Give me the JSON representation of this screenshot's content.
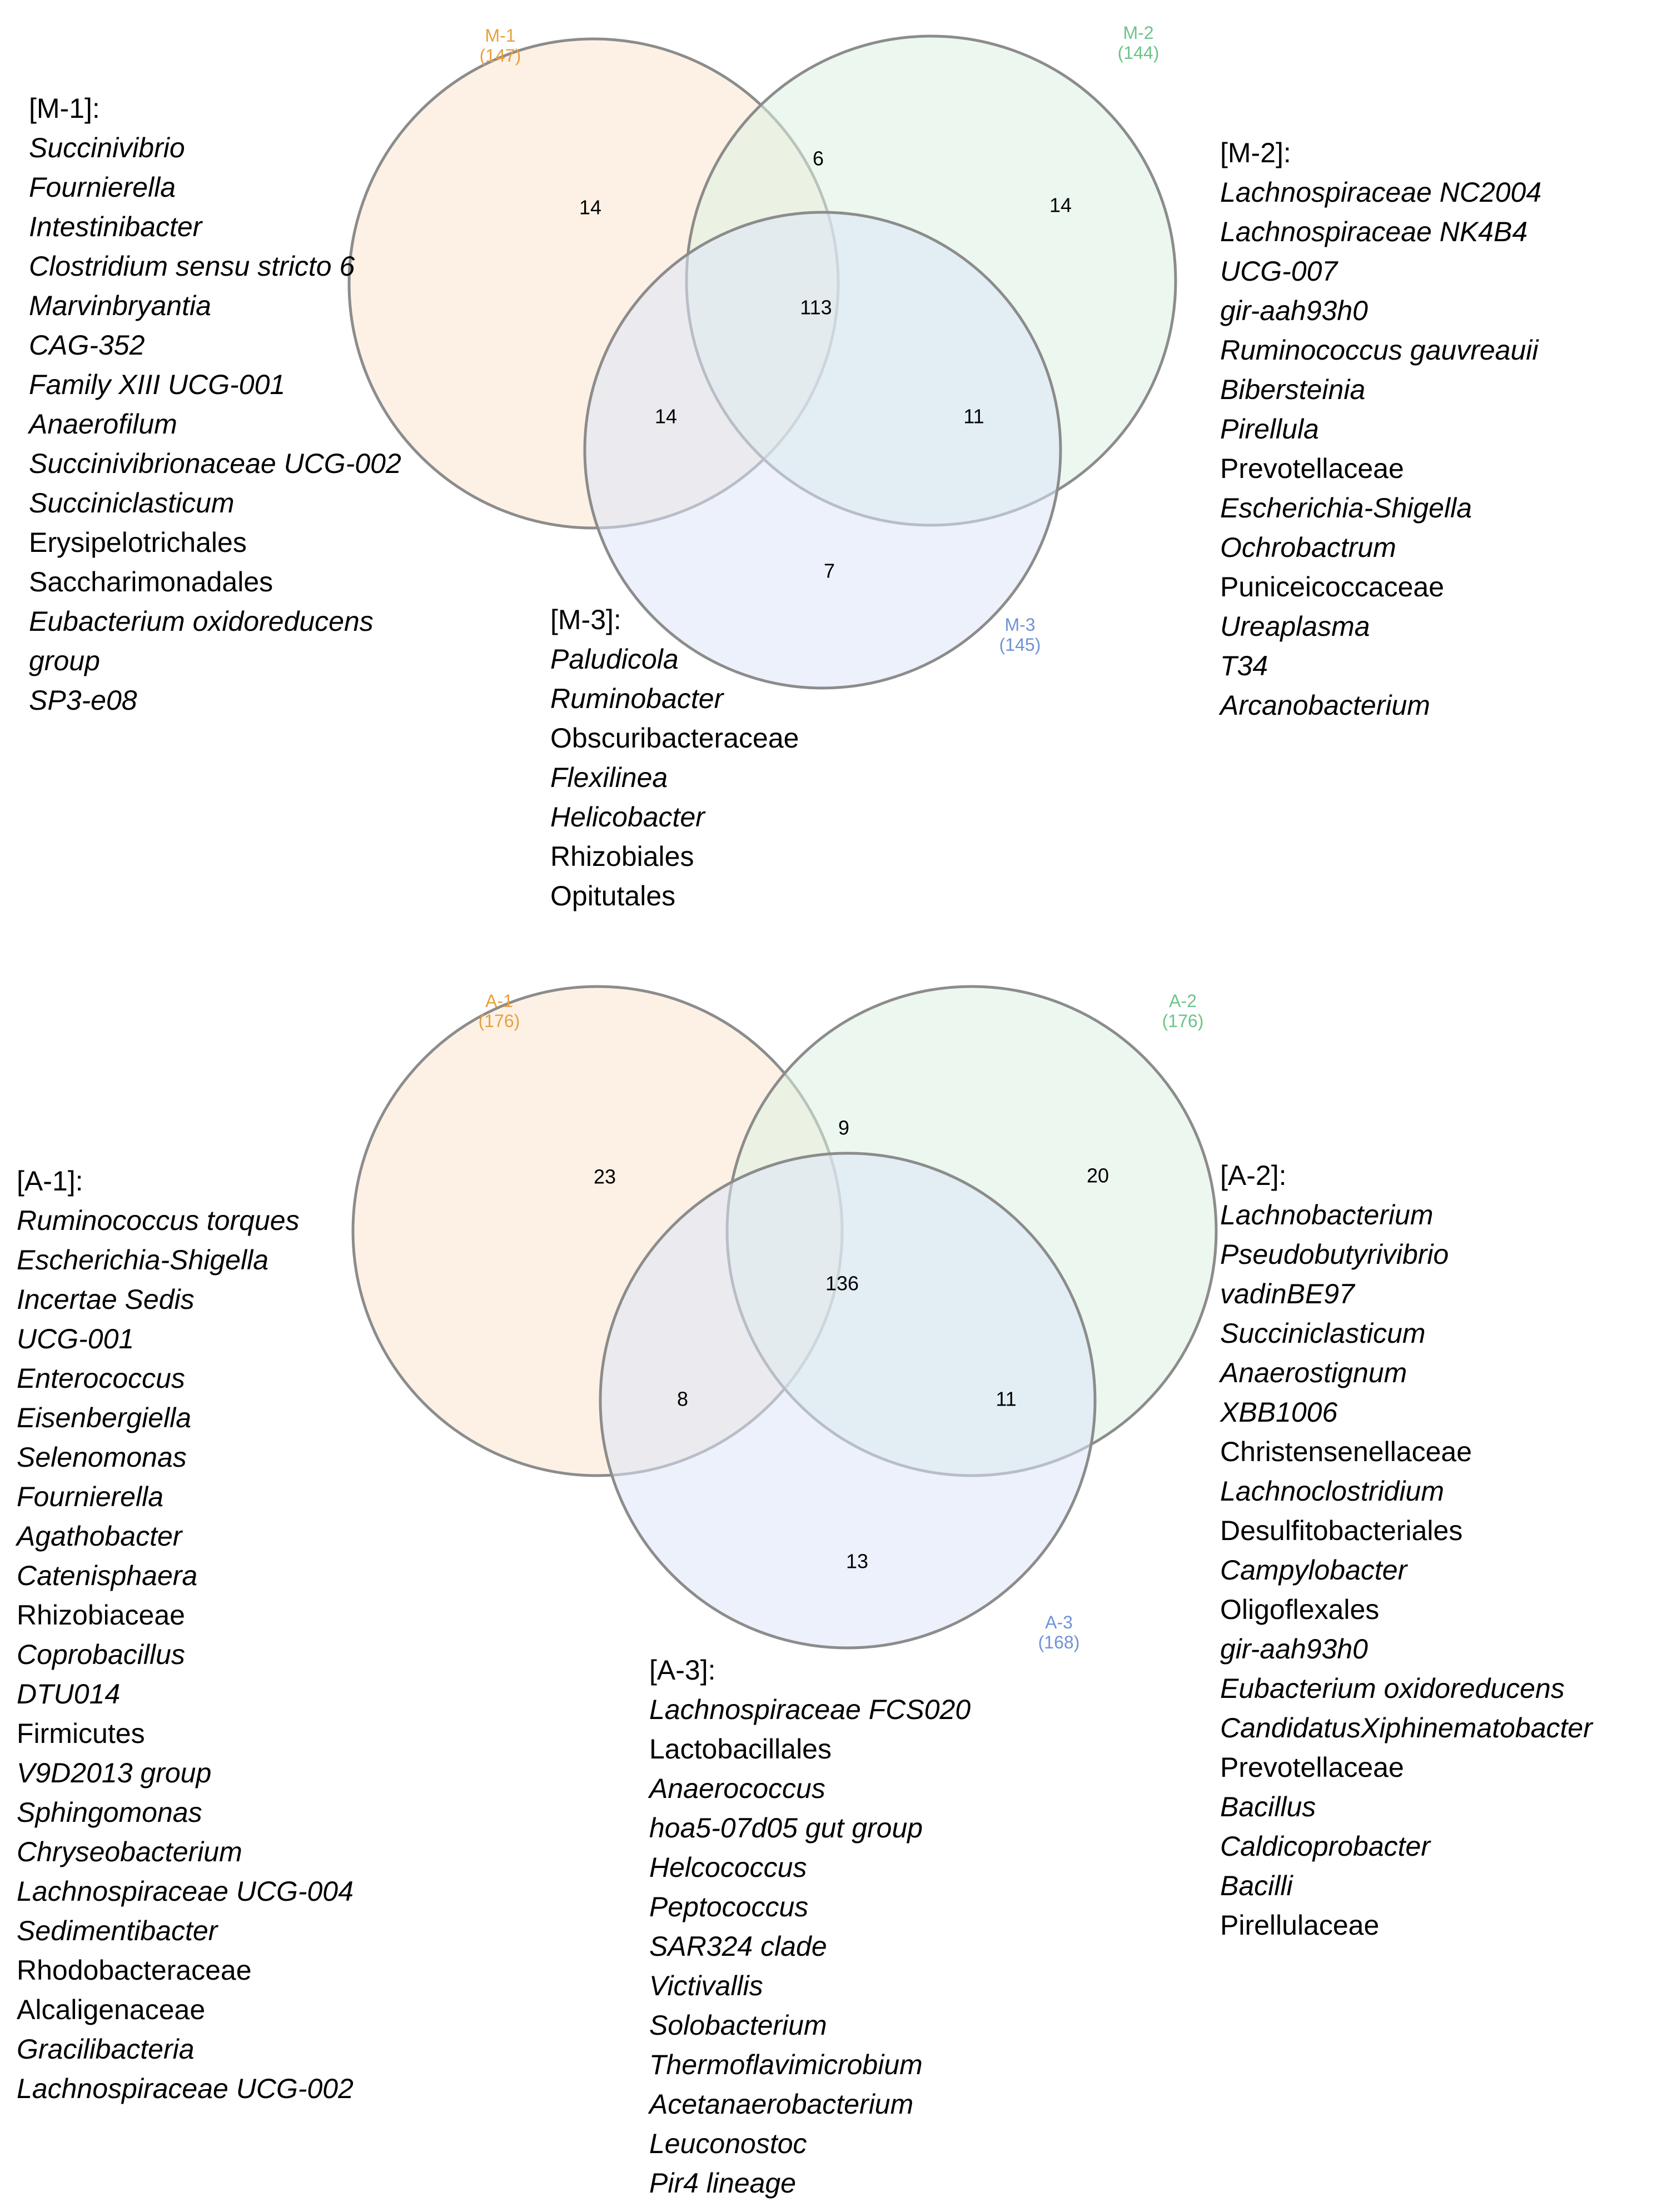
{
  "diagrams": [
    {
      "id": "M",
      "sets": [
        {
          "name": "M-1",
          "size": "(147)",
          "color": "#E8A03C",
          "fill": "#FCE6CF"
        },
        {
          "name": "M-2",
          "size": "(144)",
          "color": "#6CC489",
          "fill": "#DDF3E2"
        },
        {
          "name": "M-3",
          "size": "(145)",
          "color": "#6E93D6",
          "fill": "#DCE6F8"
        }
      ],
      "regions": {
        "only_1": "14",
        "only_2": "14",
        "only_3": "7",
        "r12": "6",
        "r13": "14",
        "r23": "11",
        "r123": "113"
      },
      "lists": [
        {
          "title": "[M-1]:",
          "items": [
            {
              "text": "Succinivibrio",
              "italic": true
            },
            {
              "text": "Fournierella",
              "italic": true
            },
            {
              "text": "Intestinibacter",
              "italic": true
            },
            {
              "text": "Clostridium sensu stricto 6",
              "italic": true
            },
            {
              "text": "Marvinbryantia",
              "italic": true
            },
            {
              "text": "CAG-352",
              "italic": true
            },
            {
              "text": "Family XIII UCG-001",
              "italic": true
            },
            {
              "text": "Anaerofilum",
              "italic": true
            },
            {
              "text": "Succinivibrionaceae UCG-002",
              "italic": true
            },
            {
              "text": "Succiniclasticum",
              "italic": true
            },
            {
              "text": "Erysipelotrichales",
              "italic": false
            },
            {
              "text": "Saccharimonadales",
              "italic": false
            },
            {
              "text": "Eubacterium oxidoreducens",
              "italic": true
            },
            {
              "text": "group",
              "italic": true
            },
            {
              "text": "SP3-e08",
              "italic": true
            }
          ]
        },
        {
          "title": "[M-2]:",
          "items": [
            {
              "text": "Lachnospiraceae NC2004",
              "italic": true
            },
            {
              "text": "Lachnospiraceae NK4B4",
              "italic": true
            },
            {
              "text": "UCG-007",
              "italic": true
            },
            {
              "text": "gir-aah93h0",
              "italic": true
            },
            {
              "text": "Ruminococcus gauvreauii",
              "italic": true
            },
            {
              "text": "Bibersteinia",
              "italic": true
            },
            {
              "text": "Pirellula",
              "italic": true
            },
            {
              "text": "Prevotellaceae",
              "italic": false
            },
            {
              "text": "Escherichia-Shigella",
              "italic": true
            },
            {
              "text": "Ochrobactrum",
              "italic": true
            },
            {
              "text": "Puniceicoccaceae",
              "italic": false
            },
            {
              "text": "Ureaplasma",
              "italic": true
            },
            {
              "text": "T34",
              "italic": true
            },
            {
              "text": "Arcanobacterium",
              "italic": true
            }
          ]
        },
        {
          "title": "[M-3]:",
          "items": [
            {
              "text": "Paludicola",
              "italic": true
            },
            {
              "text": "Ruminobacter",
              "italic": true
            },
            {
              "text": "Obscuribacteraceae",
              "italic": false
            },
            {
              "text": "Flexilinea",
              "italic": true
            },
            {
              "text": "Helicobacter",
              "italic": true
            },
            {
              "text": "Rhizobiales",
              "italic": false
            },
            {
              "text": "Opitutales",
              "italic": false
            }
          ]
        }
      ]
    },
    {
      "id": "A",
      "sets": [
        {
          "name": "A-1",
          "size": "(176)",
          "color": "#E8A03C",
          "fill": "#FCE6CF"
        },
        {
          "name": "A-2",
          "size": "(176)",
          "color": "#6CC489",
          "fill": "#DDF3E2"
        },
        {
          "name": "A-3",
          "size": "(168)",
          "color": "#6E93D6",
          "fill": "#DCE6F8"
        }
      ],
      "regions": {
        "only_1": "23",
        "only_2": "20",
        "only_3": "13",
        "r12": "9",
        "r13": "8",
        "r23": "11",
        "r123": "136"
      },
      "lists": [
        {
          "title": "[A-1]:",
          "items": [
            {
              "text": "Ruminococcus torques",
              "italic": true
            },
            {
              "text": "Escherichia-Shigella",
              "italic": true
            },
            {
              "text": "Incertae Sedis",
              "italic": true
            },
            {
              "text": "UCG-001",
              "italic": true
            },
            {
              "text": "Enterococcus",
              "italic": true
            },
            {
              "text": "Eisenbergiella",
              "italic": true
            },
            {
              "text": "Selenomonas",
              "italic": true
            },
            {
              "text": "Fournierella",
              "italic": true
            },
            {
              "text": "Agathobacter",
              "italic": true
            },
            {
              "text": "Catenisphaera",
              "italic": true
            },
            {
              "text": "Rhizobiaceae",
              "italic": false
            },
            {
              "text": "Coprobacillus",
              "italic": true
            },
            {
              "text": "DTU014",
              "italic": true
            },
            {
              "text": "Firmicutes",
              "italic": false
            },
            {
              "text": "V9D2013 group",
              "italic": true
            },
            {
              "text": "Sphingomonas",
              "italic": true
            },
            {
              "text": "Chryseobacterium",
              "italic": true
            },
            {
              "text": "Lachnospiraceae UCG-004",
              "italic": true
            },
            {
              "text": "Sedimentibacter",
              "italic": true
            },
            {
              "text": "Rhodobacteraceae",
              "italic": false
            },
            {
              "text": "Alcaligenaceae",
              "italic": false
            },
            {
              "text": "Gracilibacteria",
              "italic": true
            },
            {
              "text": "Lachnospiraceae UCG-002",
              "italic": true
            }
          ]
        },
        {
          "title": "[A-2]:",
          "items": [
            {
              "text": "Lachnobacterium",
              "italic": true
            },
            {
              "text": "Pseudobutyrivibrio",
              "italic": true
            },
            {
              "text": "vadinBE97",
              "italic": true
            },
            {
              "text": "Succiniclasticum",
              "italic": true
            },
            {
              "text": "Anaerostignum",
              "italic": true
            },
            {
              "text": "XBB1006",
              "italic": true
            },
            {
              "text": "Christensenellaceae",
              "italic": false
            },
            {
              "text": "Lachnoclostridium",
              "italic": true
            },
            {
              "text": "Desulfitobacteriales",
              "italic": false
            },
            {
              "text": "Campylobacter",
              "italic": true
            },
            {
              "text": "Oligoflexales",
              "italic": false
            },
            {
              "text": "gir-aah93h0",
              "italic": true
            },
            {
              "text": "Eubacterium oxidoreducens",
              "italic": true
            },
            {
              "text": "CandidatusXiphinematobacter",
              "italic": true
            },
            {
              "text": "Prevotellaceae",
              "italic": false
            },
            {
              "text": "Bacillus",
              "italic": true
            },
            {
              "text": "Caldicoprobacter",
              "italic": true
            },
            {
              "text": "Bacilli",
              "italic": true
            },
            {
              "text": "Pirellulaceae",
              "italic": false
            }
          ]
        },
        {
          "title": "[A-3]:",
          "items": [
            {
              "text": "Lachnospiraceae FCS020",
              "italic": true
            },
            {
              "text": "Lactobacillales",
              "italic": false
            },
            {
              "text": "Anaerococcus",
              "italic": true
            },
            {
              "text": "hoa5-07d05 gut group",
              "italic": true
            },
            {
              "text": "Helcococcus",
              "italic": true
            },
            {
              "text": "Peptococcus",
              "italic": true
            },
            {
              "text": "SAR324 clade",
              "italic": true
            },
            {
              "text": "Victivallis",
              "italic": true
            },
            {
              "text": "Solobacterium",
              "italic": true
            },
            {
              "text": "Thermoflavimicrobium",
              "italic": true
            },
            {
              "text": "Acetanaerobacterium",
              "italic": true
            },
            {
              "text": "Leuconostoc",
              "italic": true
            },
            {
              "text": "Pir4 lineage",
              "italic": true
            }
          ]
        }
      ]
    }
  ]
}
